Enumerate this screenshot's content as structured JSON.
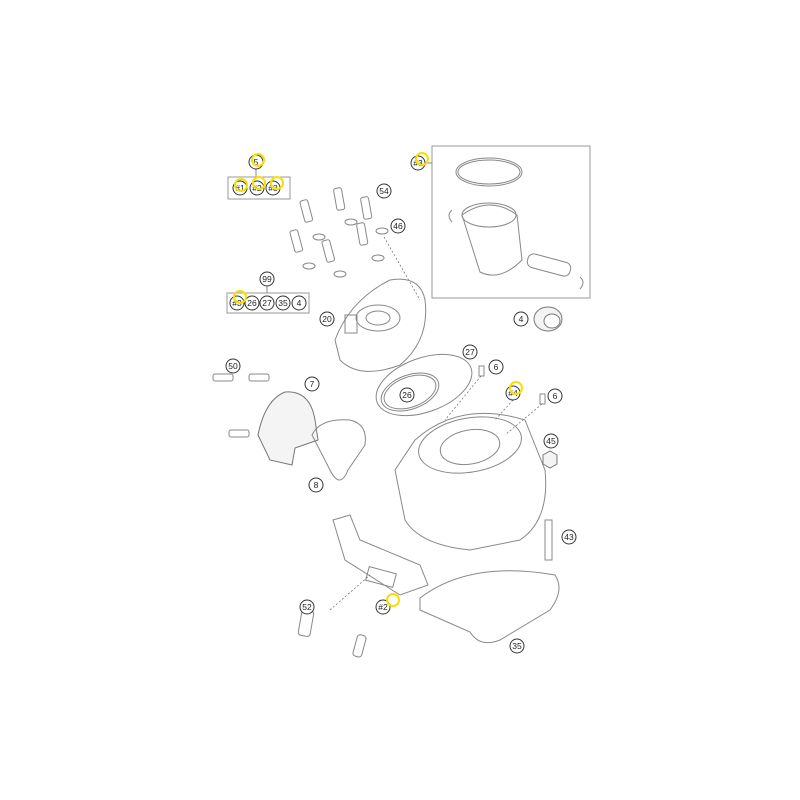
{
  "diagram": {
    "kit_group_top": {
      "parent": "5",
      "children": [
        "#1",
        "#2",
        "#3"
      ]
    },
    "kit_group_99": {
      "parent": "99",
      "children": [
        "#3",
        "26",
        "27",
        "35",
        "4"
      ]
    },
    "callouts": {
      "c54": "54",
      "c46": "46",
      "piston_kit": "#3",
      "c4": "4",
      "c20": "20",
      "c27": "27",
      "c6a": "6",
      "c26": "26",
      "cylinder": "#4",
      "c6b": "6",
      "c50": "50",
      "c7": "7",
      "c45": "45",
      "c8": "8",
      "c43": "43",
      "c52": "52",
      "valve": "#2",
      "c35": "35"
    },
    "highlight_color": "#f5e000"
  }
}
